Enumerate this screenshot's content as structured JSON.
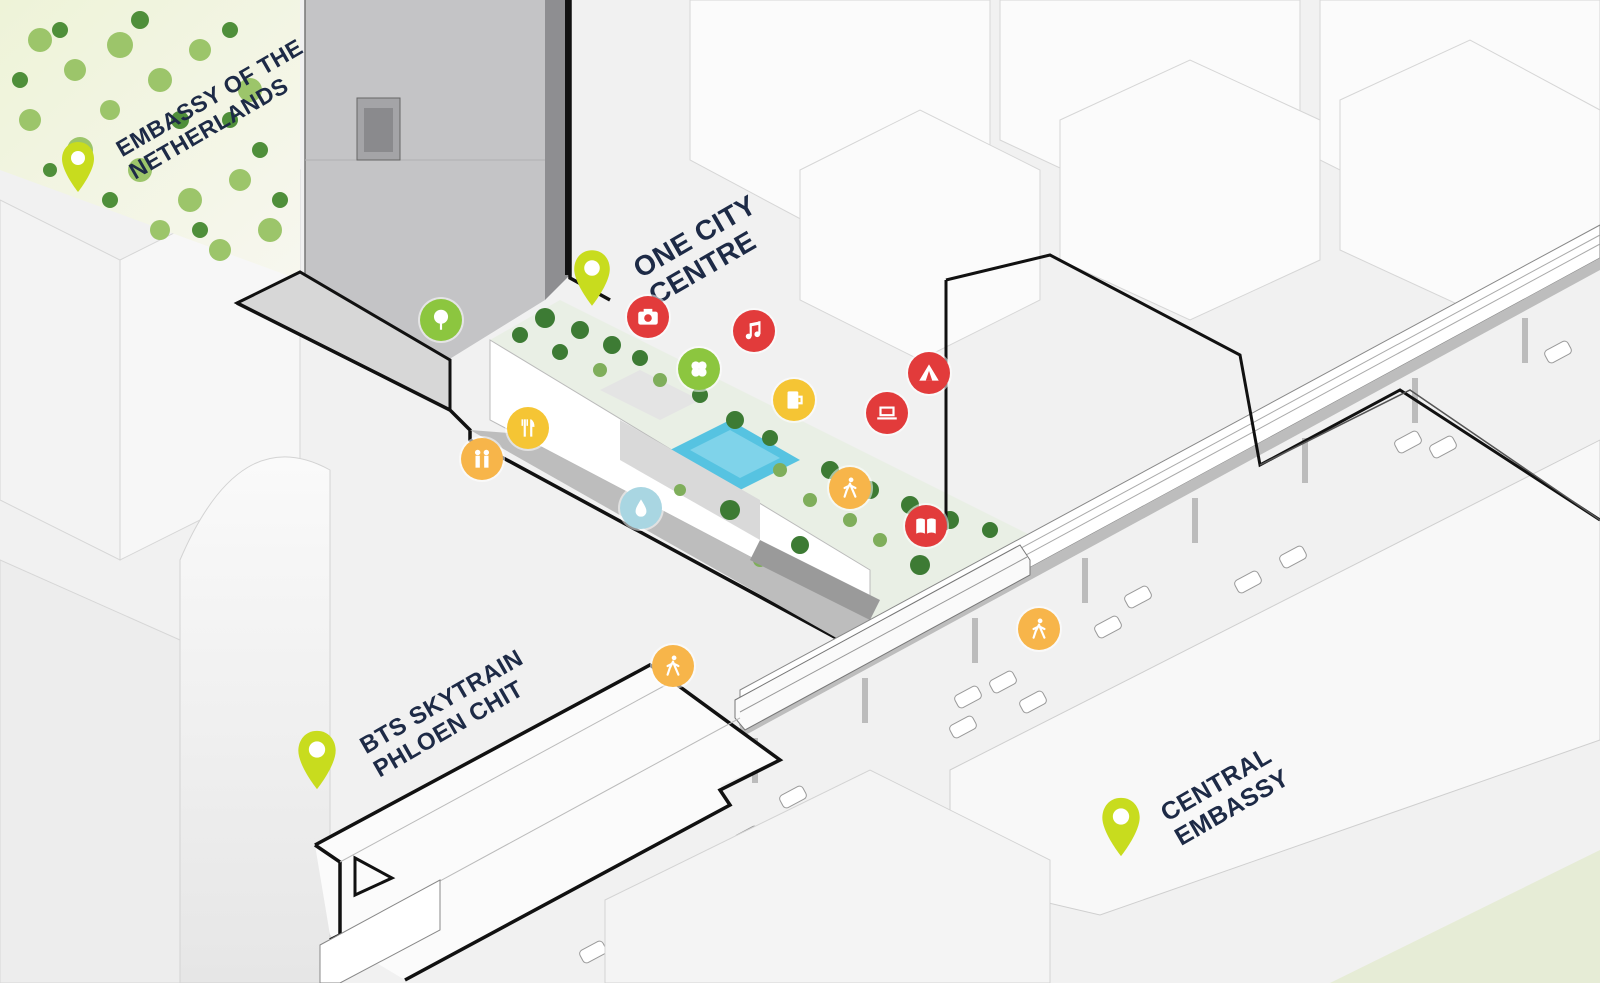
{
  "colors": {
    "red": "#e23b3b",
    "yellow": "#f5c534",
    "orange": "#f7b54a",
    "green": "#8cc63f",
    "blue": "#a9d6e2",
    "pin": "#c8dc1e",
    "label": "#1d2a46",
    "outline": "#111111"
  },
  "labels": {
    "embassy_nl": [
      "EMBASSY OF THE",
      "NETHERLANDS"
    ],
    "one_city": [
      "ONE CITY",
      "CENTRE"
    ],
    "bts": [
      "BTS SKYTRAIN",
      "PHLOEN CHIT"
    ],
    "central": [
      "CENTRAL",
      "EMBASSY"
    ]
  },
  "pins": [
    "embassy-netherlands-pin",
    "one-city-centre-pin",
    "bts-phloen-chit-pin",
    "central-embassy-pin"
  ],
  "activity_icons": [
    {
      "name": "tree-icon",
      "color": "green"
    },
    {
      "name": "camera-icon",
      "color": "red"
    },
    {
      "name": "music-icon",
      "color": "red"
    },
    {
      "name": "clover-icon",
      "color": "green"
    },
    {
      "name": "beer-icon",
      "color": "yellow"
    },
    {
      "name": "laptop-icon",
      "color": "red"
    },
    {
      "name": "tent-icon",
      "color": "red"
    },
    {
      "name": "dining-icon",
      "color": "yellow"
    },
    {
      "name": "people-icon",
      "color": "orange"
    },
    {
      "name": "water-drop-icon",
      "color": "blue"
    },
    {
      "name": "walking-icon",
      "color": "orange"
    },
    {
      "name": "book-icon",
      "color": "red"
    },
    {
      "name": "walking-icon",
      "color": "orange"
    },
    {
      "name": "walking-icon",
      "color": "orange"
    }
  ]
}
